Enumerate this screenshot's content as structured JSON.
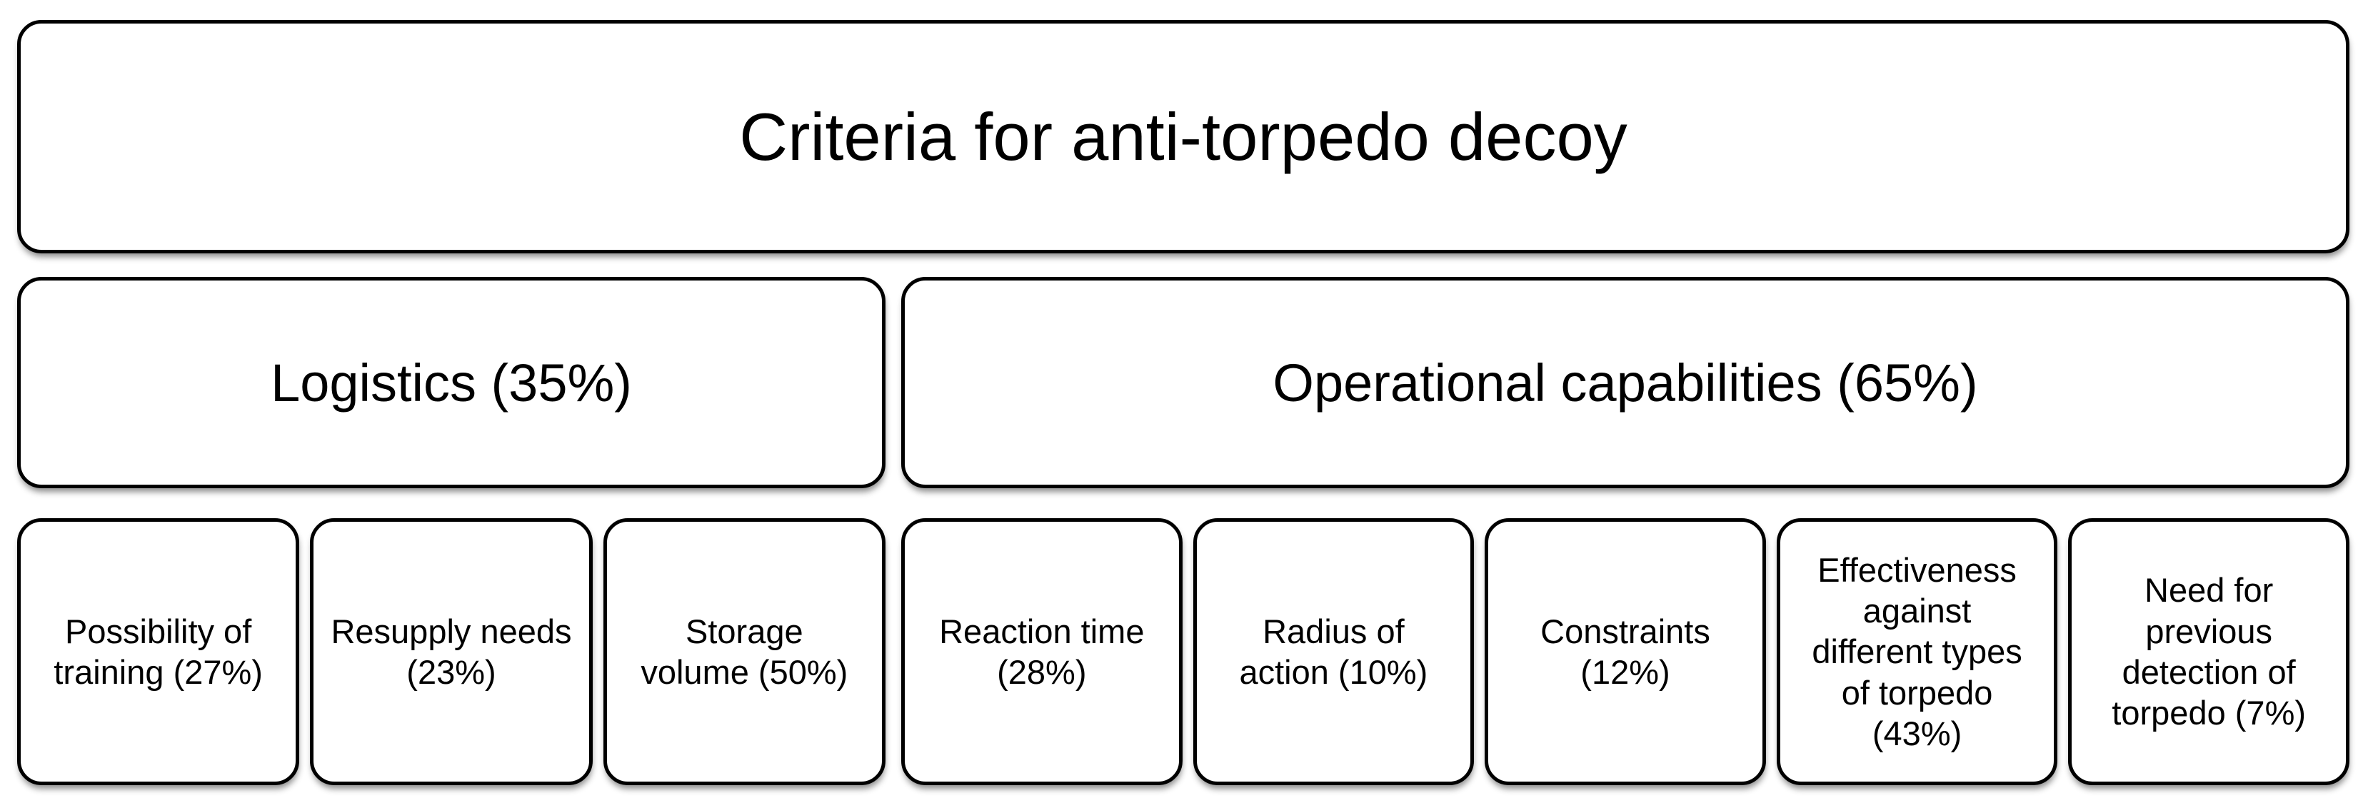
{
  "colors": {
    "page_background": "#ffffff",
    "box_fill": "#ffffff",
    "box_border": "#000000",
    "text": "#000000"
  },
  "diagram": {
    "root": {
      "label": "Criteria for anti-torpedo decoy"
    },
    "branches": [
      {
        "label": "Logistics (35%)"
      },
      {
        "label": "Operational capabilities (65%)"
      }
    ],
    "logistics_children": [
      {
        "label": "Possibility of\ntraining (27%)"
      },
      {
        "label": "Resupply needs\n(23%)"
      },
      {
        "label": "Storage\nvolume (50%)"
      }
    ],
    "operational_children": [
      {
        "label": "Reaction time\n(28%)"
      },
      {
        "label": "Radius of\naction (10%)"
      },
      {
        "label": "Constraints\n(12%)"
      },
      {
        "label": "Effectiveness\nagainst\ndifferent types\nof torpedo\n(43%)"
      },
      {
        "label": "Need for\nprevious\ndetection of\ntorpedo (7%)"
      }
    ]
  }
}
